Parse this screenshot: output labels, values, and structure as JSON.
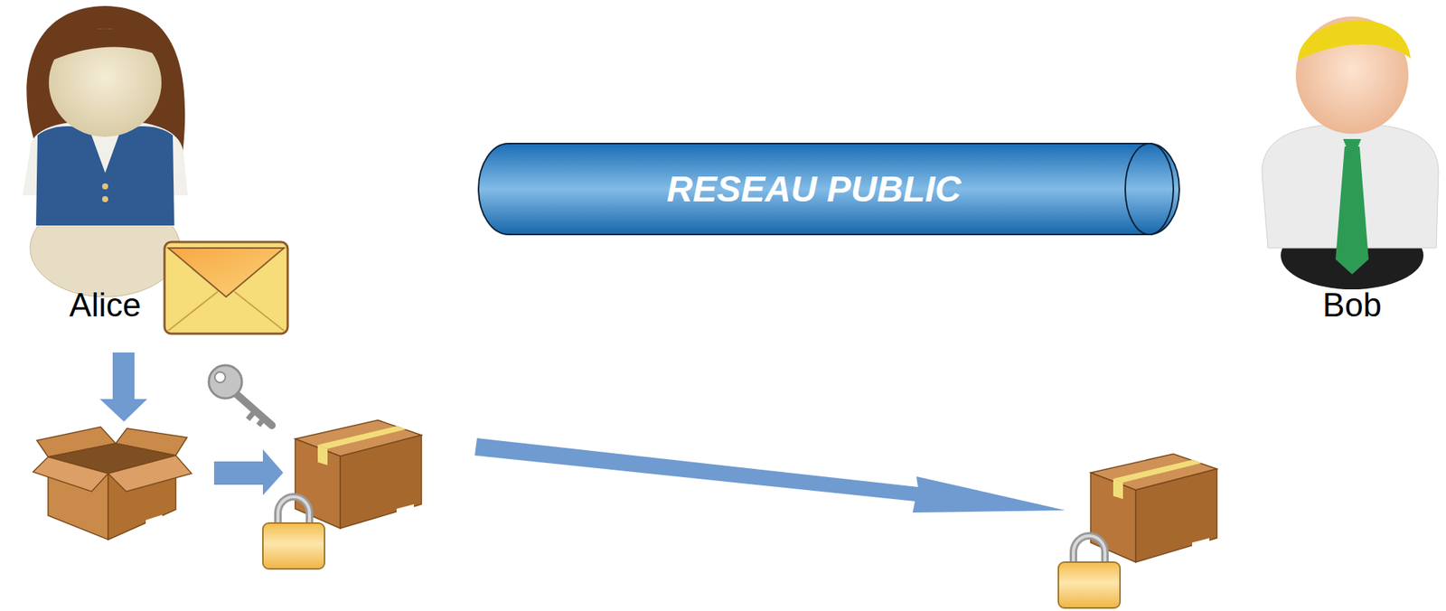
{
  "diagram": {
    "nodes": [
      {
        "text": [
          "Alice"
        ]
      },
      {
        "text": [
          "RESEAU PUBLIC"
        ]
      },
      {
        "text": [
          "Bob"
        ]
      }
    ]
  }
}
